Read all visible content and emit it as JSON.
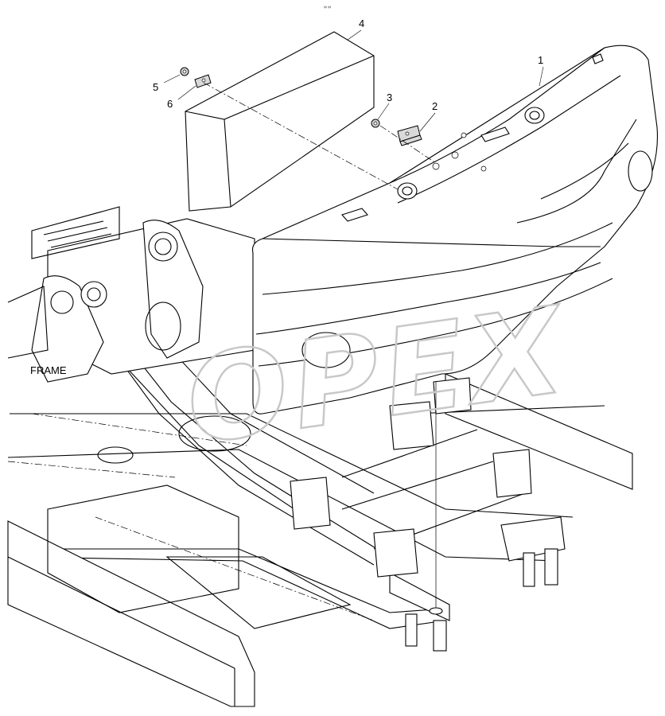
{
  "diagram": {
    "header_text": "㎜ ㎜",
    "section_label": "FRAME",
    "watermark": "OPEX",
    "callouts": [
      {
        "id": "1",
        "text": "1"
      },
      {
        "id": "2",
        "text": "2"
      },
      {
        "id": "3",
        "text": "3"
      },
      {
        "id": "4",
        "text": "4"
      },
      {
        "id": "5",
        "text": "5"
      },
      {
        "id": "6",
        "text": "6"
      }
    ]
  }
}
